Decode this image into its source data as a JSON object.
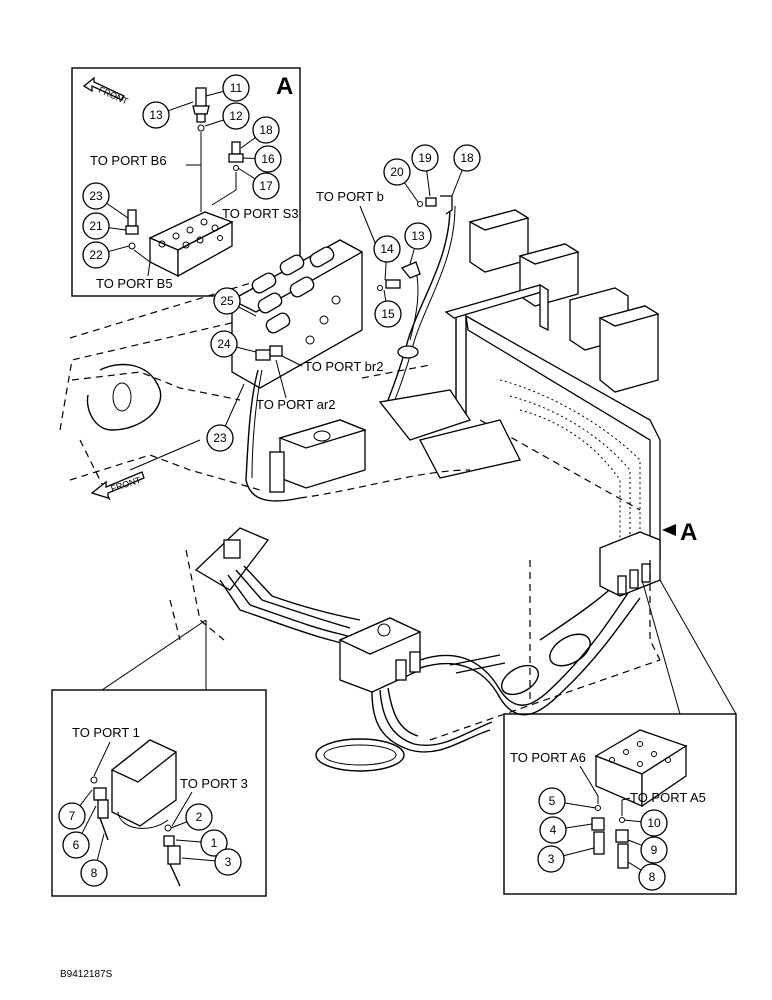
{
  "detail_a": {
    "letter": "A",
    "front_arrow": "FRONT",
    "labels": {
      "port_b6": "TO PORT B6",
      "port_s3": "TO PORT S3",
      "port_b5": "TO PORT B5"
    },
    "callouts": [
      "13",
      "11",
      "12",
      "18",
      "16",
      "17",
      "23",
      "21",
      "22"
    ]
  },
  "main_view": {
    "arrow_a": "A",
    "front_arrow": "FRONT",
    "labels": {
      "port_b": "TO PORT b",
      "port_br2": "TO PORT br2",
      "port_ar2": "TO PORT ar2"
    },
    "callouts": [
      "20",
      "19",
      "18",
      "14",
      "13",
      "15",
      "25",
      "24",
      "23"
    ]
  },
  "detail_left": {
    "labels": {
      "port_1": "TO PORT 1",
      "port_3": "TO PORT 3"
    },
    "callouts": [
      "2",
      "1",
      "3",
      "7",
      "6",
      "8"
    ]
  },
  "detail_right": {
    "labels": {
      "port_a6": "TO PORT A6",
      "port_a5": "TO PORT A5"
    },
    "callouts": [
      "5",
      "4",
      "3",
      "10",
      "9",
      "8"
    ]
  },
  "figure_code": "B9412187S"
}
